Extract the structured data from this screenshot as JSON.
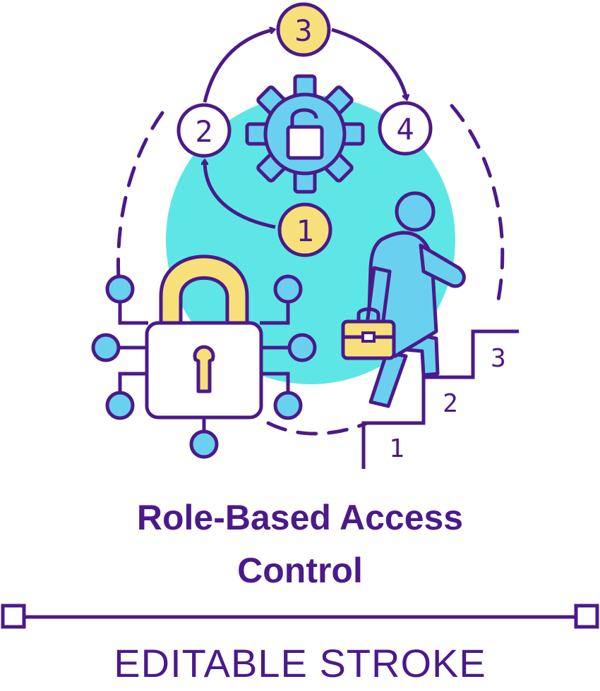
{
  "icon": {
    "name": "role-based-access-control-icon",
    "colors": {
      "outline": "#4b1a8a",
      "teal": "#5ee6e6",
      "blue": "#6ad0f0",
      "yellow": "#f7e07a",
      "white": "#ffffff"
    },
    "cycle_steps": [
      "1",
      "2",
      "3",
      "4"
    ],
    "stair_steps": [
      "1",
      "2",
      "3"
    ]
  },
  "title": {
    "line1": "Role-Based Access",
    "line2": "Control"
  },
  "footer": {
    "label": "EDITABLE STROKE"
  }
}
